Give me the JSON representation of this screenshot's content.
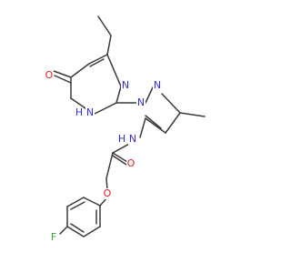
{
  "molecule": {
    "atoms": [
      {
        "id": "pyrimidine-n3",
        "label": "N",
        "color": "#2f2fe0"
      },
      {
        "id": "pyrimidine-n1h",
        "label": "N",
        "color": "#2f2fe0"
      },
      {
        "id": "pyrimidine-n1h-h",
        "label": "H",
        "color": "#2f2fe0"
      },
      {
        "id": "carbonyl-o-ring",
        "label": "O",
        "color": "#e02020"
      },
      {
        "id": "pyrazole-n2",
        "label": "N",
        "color": "#2f2fe0"
      },
      {
        "id": "pyrazole-n1",
        "label": "N",
        "color": "#2f2fe0"
      },
      {
        "id": "amide-n",
        "label": "N",
        "color": "#2f2fe0"
      },
      {
        "id": "amide-nh-h",
        "label": "H",
        "color": "#2f2fe0"
      },
      {
        "id": "amide-o",
        "label": "O",
        "color": "#e02020"
      },
      {
        "id": "ether-o",
        "label": "O",
        "color": "#e02020"
      },
      {
        "id": "fluorine",
        "label": "F",
        "color": "#3aa53a"
      }
    ]
  }
}
